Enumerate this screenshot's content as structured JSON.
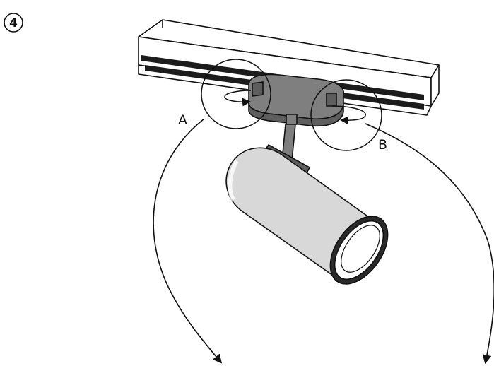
{
  "step": {
    "number": "4"
  },
  "callouts": {
    "a": "A",
    "b": "B"
  },
  "colors": {
    "ink": "#111111",
    "track_rail": "#1c1c1c",
    "adapter": "#7f7f7f",
    "adapter_dark": "#5e5e5e",
    "lamp_body": "#d8d8d8",
    "lamp_rim": "#2a2a2a"
  },
  "icons": [
    "step-number-circle",
    "rotation-arrow-icon",
    "swing-arc-arrow-icon"
  ]
}
